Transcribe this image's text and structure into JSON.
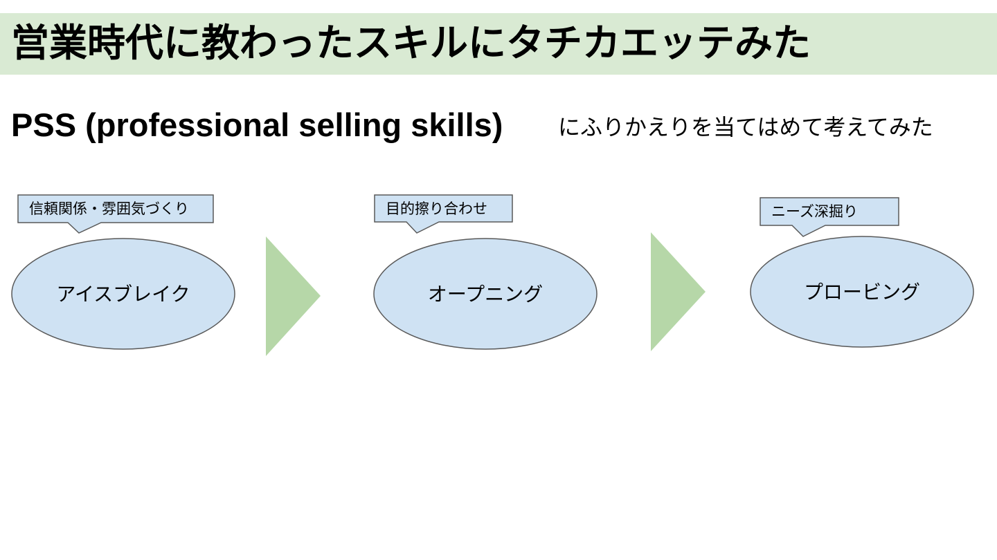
{
  "title": "営業時代に教わったスキルにタチカエッテみた",
  "subtitle": {
    "main": "PSS (professional selling skills)",
    "sub": "にふりかえりを当てはめて考えてみた"
  },
  "colors": {
    "title_bar": "#d9ead3",
    "node_fill": "#cfe2f3",
    "node_stroke": "#595959",
    "arrow_fill": "#b6d7a8"
  },
  "stages": [
    {
      "name": "アイスブレイク",
      "callout": "信頼関係・雰囲気づくり"
    },
    {
      "name": "オープニング",
      "callout": "目的擦り合わせ"
    },
    {
      "name": "プロービング",
      "callout": "ニーズ深掘り"
    }
  ]
}
